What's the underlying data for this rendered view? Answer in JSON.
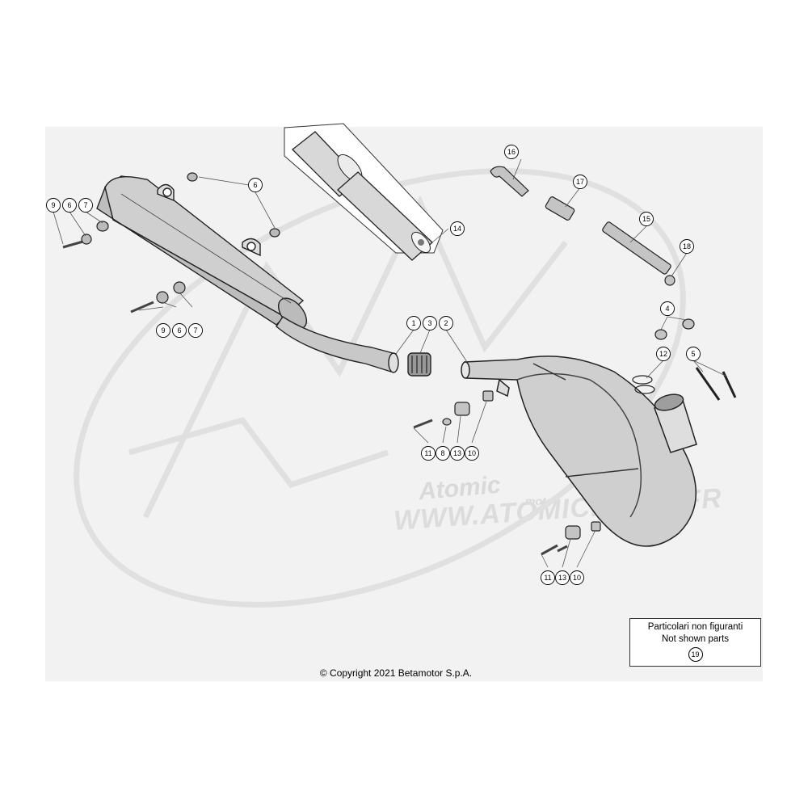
{
  "diagram": {
    "copyright": "© Copyright 2021 Betamotor S.p.A.",
    "not_shown_box": {
      "line1": "Particolari non figuranti",
      "line2": "Not shown parts",
      "ref": "19"
    },
    "watermark": {
      "brand": "Atomic",
      "sub": "moto",
      "url": "WWW.ATOMICMOTO.FR"
    },
    "callouts": [
      {
        "label": "9"
      },
      {
        "label": "6"
      },
      {
        "label": "7"
      },
      {
        "label": "6"
      },
      {
        "label": "9"
      },
      {
        "label": "6"
      },
      {
        "label": "7"
      },
      {
        "label": "14"
      },
      {
        "label": "16"
      },
      {
        "label": "17"
      },
      {
        "label": "15"
      },
      {
        "label": "18"
      },
      {
        "label": "1"
      },
      {
        "label": "3"
      },
      {
        "label": "2"
      },
      {
        "label": "4"
      },
      {
        "label": "12"
      },
      {
        "label": "5"
      },
      {
        "label": "11"
      },
      {
        "label": "8"
      },
      {
        "label": "13"
      },
      {
        "label": "10"
      },
      {
        "label": "11"
      },
      {
        "label": "13"
      },
      {
        "label": "10"
      }
    ]
  }
}
